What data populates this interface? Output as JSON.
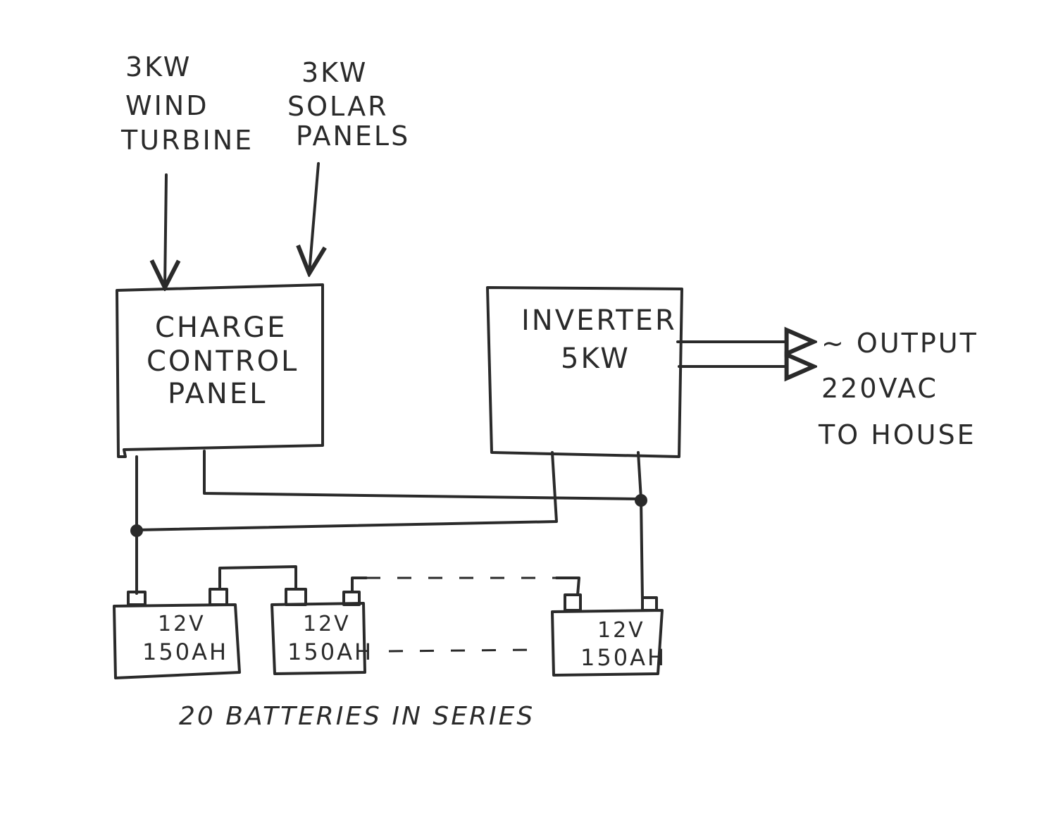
{
  "sources": {
    "wind": {
      "line1": "3KW",
      "line2": "WIND",
      "line3": "TURBINE"
    },
    "solar": {
      "line1": "3KW",
      "line2": "SOLAR",
      "line3": "PANELS"
    }
  },
  "charge_controller": {
    "line1": "CHARGE",
    "line2": "CONTROL",
    "line3": "PANEL"
  },
  "inverter": {
    "line1": "INVERTER",
    "line2": "5KW"
  },
  "output": {
    "line1": "~ OUTPUT",
    "line2": "220VAC",
    "line3": "TO HOUSE"
  },
  "batteries": [
    {
      "voltage": "12V",
      "capacity": "150AH"
    },
    {
      "voltage": "12V",
      "capacity": "150AH"
    },
    {
      "voltage": "12V",
      "capacity": "150AH"
    }
  ],
  "caption": "20 BATTERIES IN SERIES"
}
